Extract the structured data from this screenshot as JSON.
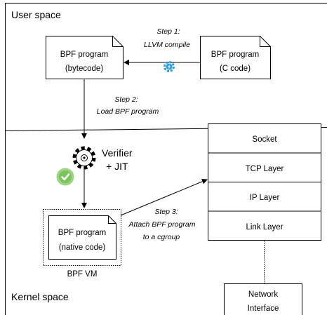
{
  "regions": {
    "user_space": "User space",
    "kernel_space": "Kernel space"
  },
  "nodes": {
    "bytecode": {
      "line1": "BPF program",
      "line2": "(bytecode)"
    },
    "c_code": {
      "line1": "BPF program",
      "line2": "(C code)"
    },
    "native": {
      "line1": "BPF program",
      "line2": "(native code)"
    },
    "bpf_vm_label": "BPF VM",
    "verifier": {
      "line1": "Verifier",
      "line2": "+ JIT"
    },
    "network_interface": {
      "line1": "Network",
      "line2": "Interface"
    }
  },
  "stack_layers": [
    "Socket",
    "TCP Layer",
    "IP Layer",
    "Link Layer"
  ],
  "steps": {
    "step1": {
      "line1": "Step 1:",
      "line2": "LLVM compile"
    },
    "step2": {
      "line1": "Step 2:",
      "line2": "Load BPF program"
    },
    "step3": {
      "line1": "Step 3:",
      "line2": "Attach BPF program",
      "line3": "to a cgroup"
    }
  },
  "colors": {
    "gear_blue": "#2b9be0",
    "check_green": "#7ac55a"
  },
  "icons": [
    "gear-icon",
    "check-circle-icon"
  ]
}
